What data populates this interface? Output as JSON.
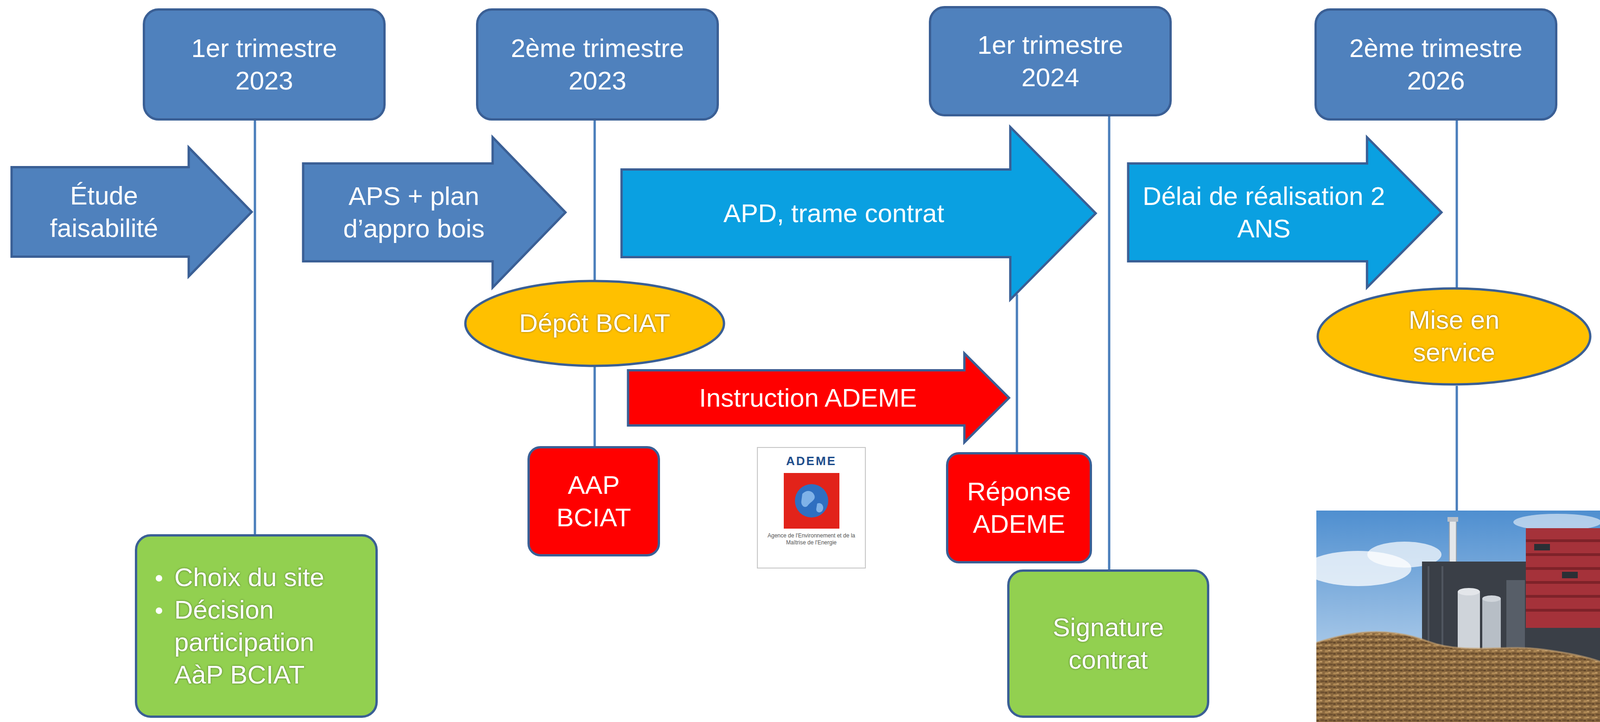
{
  "diagram": {
    "nodes": [
      {
        "text": [
          "1er trimestre 2023"
        ]
      },
      {
        "text": [
          "2ème trimestre 2023"
        ]
      },
      {
        "text": [
          "1er trimestre 2024"
        ]
      },
      {
        "text": [
          "2ème trimestre 2026"
        ]
      },
      {
        "text": [
          "Étude faisabilité"
        ]
      },
      {
        "text": [
          "APS + plan d’appro bois"
        ]
      },
      {
        "text": [
          "APD, trame contrat"
        ]
      },
      {
        "text": [
          "Délai de réalisation 2 ANS"
        ]
      },
      {
        "text": [
          "Dépôt BCIAT"
        ]
      },
      {
        "text": [
          "Mise en service"
        ]
      },
      {
        "text": [
          "Instruction ADEME"
        ]
      },
      {
        "text": [
          "AAP BCIAT"
        ]
      },
      {
        "text": [
          "Réponse ADEME"
        ]
      },
      {
        "text": [
          "Choix du site",
          "Décision participation AàP BCIAT"
        ]
      },
      {
        "text": [
          "Signature contrat"
        ]
      }
    ],
    "edges": [
      {
        "from": 0,
        "to": 13,
        "arrow": "none"
      },
      {
        "from": 1,
        "to": 8,
        "arrow": "none"
      },
      {
        "from": 8,
        "to": 11,
        "arrow": "none"
      },
      {
        "from": 6,
        "to": 12,
        "arrow": "none"
      },
      {
        "from": 2,
        "to": 14,
        "arrow": "none"
      },
      {
        "from": 3,
        "to": 9,
        "arrow": "none"
      }
    ],
    "labels": [
      "ADEME",
      "Agence de l'Environnement et de la Maîtrise de l'Energie"
    ]
  }
}
